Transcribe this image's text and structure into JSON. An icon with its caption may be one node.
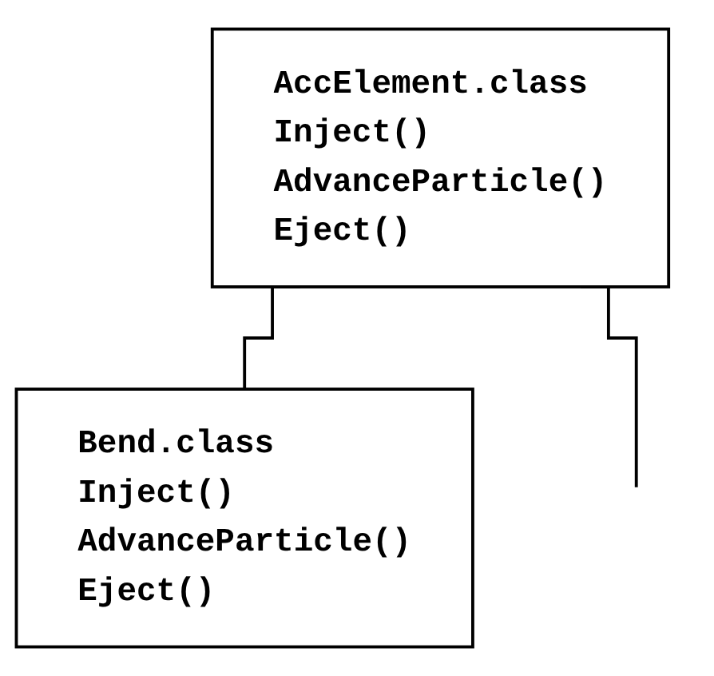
{
  "diagram": {
    "nodes": [
      {
        "text": [
          "AccElement.class",
          "Inject()",
          "AdvanceParticle()",
          "Eject()"
        ]
      },
      {
        "text": [
          "Bend.class",
          "Inject()",
          "AdvanceParticle()",
          "Eject()"
        ]
      }
    ],
    "edges": [
      {
        "from": 0,
        "to": 1,
        "arrow": "none"
      },
      {
        "from": 0,
        "to": null,
        "arrow": "none"
      }
    ]
  }
}
